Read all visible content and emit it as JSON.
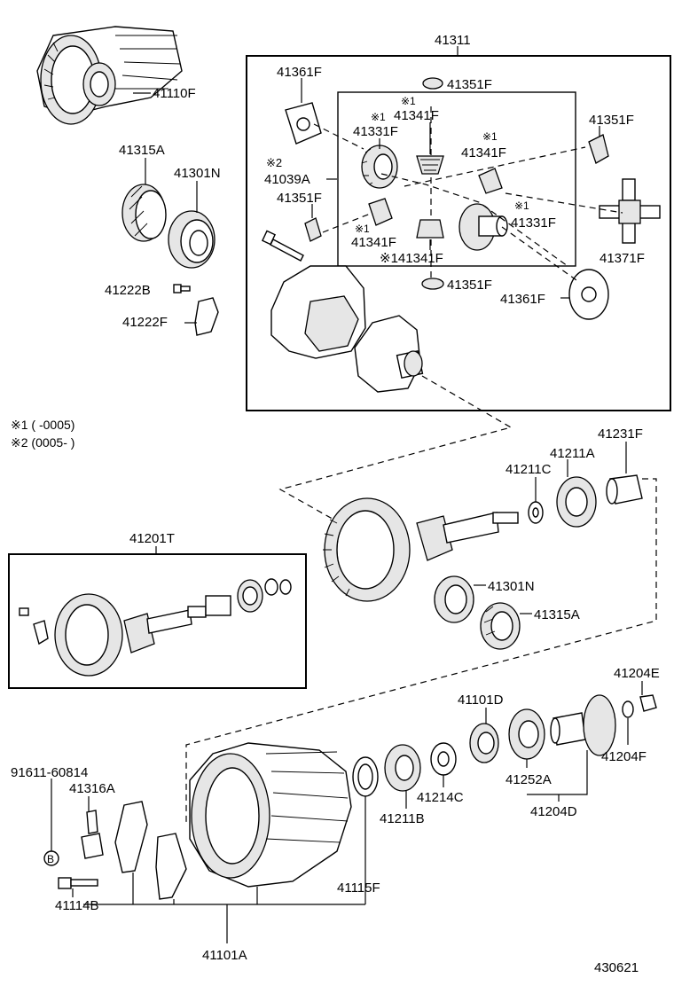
{
  "labels": {
    "p41110F": "41110F",
    "p41311": "41311",
    "p41361F_a": "41361F",
    "p41351F_top": "41351F",
    "p41341F_a_mark": "※1",
    "p41341F_a": "41341F",
    "p41331F_a_mark": "※1",
    "p41331F_a": "41331F",
    "p41351F_right": "41351F",
    "p41341F_b_mark": "※1",
    "p41341F_b": "41341F",
    "p41039A_mark": "※2",
    "p41039A": "41039A",
    "p41351F_left": "41351F",
    "p41331F_b_mark": "※1",
    "p41331F_b": "41331F",
    "p41341F_c_mark": "※1",
    "p41341F_c": "41341F",
    "p41341F_d": "※141341F",
    "p41371F": "41371F",
    "p41351F_bottom": "41351F",
    "p41361F_b": "41361F",
    "p41315A_a": "41315A",
    "p41301N_a": "41301N",
    "p41222B": "41222B",
    "p41222F": "41222F",
    "note1": "※1 (        -0005)",
    "note2": "※2 (0005-        )",
    "p41231F": "41231F",
    "p41211A": "41211A",
    "p41211C": "41211C",
    "p41201T": "41201T",
    "p41301N_b": "41301N",
    "p41315A_b": "41315A",
    "p41204E": "41204E",
    "p41101D": "41101D",
    "p41204F": "41204F",
    "p91611": "91611-60814",
    "p41316A": "41316A",
    "p41214C": "41214C",
    "p41252A": "41252A",
    "p41211B": "41211B",
    "p41204D": "41204D",
    "bolt_marker": "B",
    "p41114B": "41114B",
    "p41115F": "41115F",
    "p41101A": "41101A",
    "figure_number": "430621"
  }
}
